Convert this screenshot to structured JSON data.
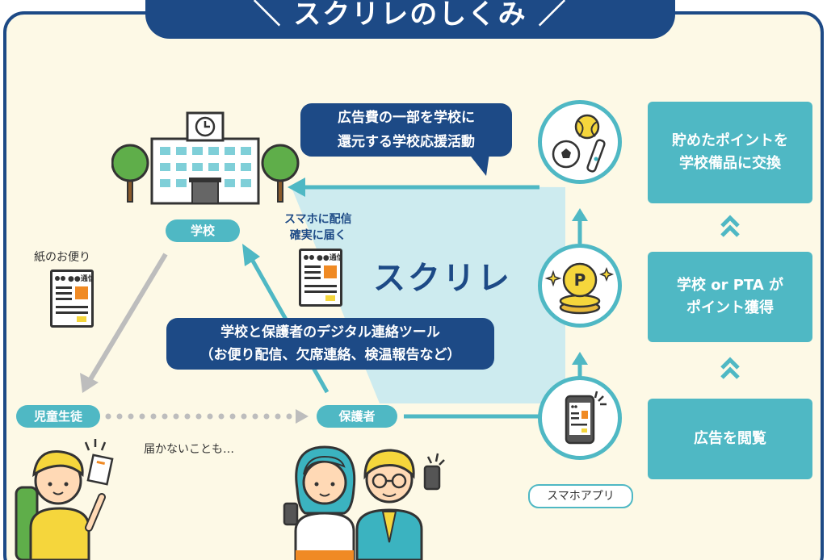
{
  "title": "＼ スクリレのしくみ ／",
  "labels": {
    "school": "学校",
    "student": "児童生徒",
    "guardian": "保護者",
    "paper_letter": "紙のお便り",
    "not_delivered": "届かないことも…",
    "smartphone_delivery": [
      "スマホに配信",
      "確実に届く"
    ],
    "service_name": "スクリレ",
    "smartphone_app": "スマホアプリ",
    "doc_header": "●●通信"
  },
  "callouts": {
    "ad_support": [
      "広告費の一部を学校に",
      "還元する学校応援活動"
    ],
    "digital_tool": [
      "学校と保護者のデジタル連絡ツール",
      "（お便り配信、欠席連絡、検温報告など）"
    ]
  },
  "steps": [
    {
      "text": [
        "広告を閲覧"
      ]
    },
    {
      "text": [
        "学校 or PTA が",
        "ポイント獲得"
      ]
    },
    {
      "text": [
        "貯めたポイントを",
        "学校備品に交換"
      ]
    }
  ],
  "colors": {
    "navy": "#1d4a86",
    "teal": "#4fb8c4",
    "light_teal": "#cdebef",
    "background": "#fdf9e6",
    "accent_orange": "#f08a24",
    "accent_yellow": "#f5d63c"
  },
  "icons": [
    "school-building-icon",
    "tree-icon",
    "clock-icon",
    "document-icon",
    "sports-balls-icon",
    "toothbrush-icon",
    "coin-stack-icon",
    "smartphone-icon",
    "chevron-up-icon",
    "student-icon",
    "guardian-woman-icon",
    "guardian-man-icon"
  ]
}
